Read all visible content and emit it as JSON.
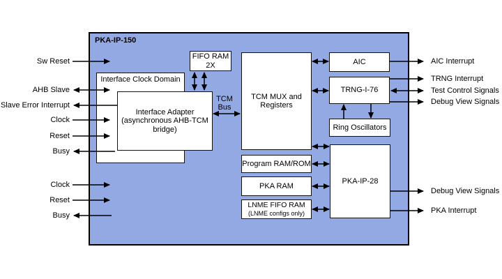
{
  "colors": {
    "main_fill": "#92A9E4",
    "box_fill": "#FFFFFF",
    "line": "#000000",
    "canvas": "#FFFFFF"
  },
  "main_block": {
    "title": "PKA-IP-150"
  },
  "blocks": {
    "interface_clock_domain": {
      "label": "Interface Clock Domain"
    },
    "interface_adapter": {
      "lines": [
        "Interface Adapter",
        "(asynchronous AHB-TCM",
        "bridge)"
      ]
    },
    "fifo_ram": {
      "lines": [
        "FIFO RAM",
        "2X"
      ]
    },
    "tcm_mux": {
      "lines": [
        "TCM MUX and",
        "Registers"
      ]
    },
    "aic": {
      "label": "AIC"
    },
    "trng": {
      "label": "TRNG-I-76"
    },
    "ring_oscillators": {
      "label": "Ring Oscillators"
    },
    "program_ram": {
      "label": "Program RAM/ROM"
    },
    "pka_ram": {
      "label": "PKA RAM"
    },
    "lnme_fifo_ram": {
      "lines": [
        "LNME FIFO RAM",
        "(LNME configs only)"
      ]
    },
    "pka_ip_28": {
      "label": "PKA-IP-28"
    }
  },
  "bus_label": {
    "lines": [
      "TCM",
      "Bus"
    ]
  },
  "left_signals": [
    {
      "label": "Sw Reset",
      "direction": "in"
    },
    {
      "label": "AHB Slave",
      "direction": "bidirectional"
    },
    {
      "label": "Slave Error Interrupt",
      "direction": "out"
    },
    {
      "label": "Clock",
      "direction": "in"
    },
    {
      "label": "Reset",
      "direction": "in"
    },
    {
      "label": "Busy",
      "direction": "out"
    },
    {
      "label": "Clock",
      "direction": "in"
    },
    {
      "label": "Reset",
      "direction": "in"
    },
    {
      "label": "Busy",
      "direction": "out"
    }
  ],
  "right_signals": [
    {
      "label": "AIC Interrupt",
      "direction": "out"
    },
    {
      "label": "TRNG Interrupt",
      "direction": "out"
    },
    {
      "label": "Test Control Signals",
      "direction": "bidirectional"
    },
    {
      "label": "Debug View Signals",
      "direction": "out"
    },
    {
      "label": "Debug View Signals",
      "direction": "out"
    },
    {
      "label": "PKA Interrupt",
      "direction": "out"
    }
  ],
  "connections": [
    {
      "from": "FIFO RAM 2X",
      "to": "Interface Adapter",
      "type": "bidirectional",
      "count": 2
    },
    {
      "from": "Interface Adapter",
      "to": "TCM MUX and Registers",
      "type": "bidirectional",
      "via": "TCM Bus"
    },
    {
      "from": "TCM MUX and Registers",
      "to": "AIC",
      "type": "bidirectional"
    },
    {
      "from": "TCM MUX and Registers",
      "to": "TRNG-I-76",
      "type": "bidirectional"
    },
    {
      "from": "TCM MUX and Registers",
      "to": "PKA-IP-28",
      "type": "bidirectional"
    },
    {
      "from": "Ring Oscillators",
      "to": "TRNG-I-76",
      "type": "up"
    },
    {
      "from": "TRNG-I-76",
      "to": "Ring Oscillators",
      "type": "down"
    },
    {
      "from": "Program RAM/ROM",
      "to": "PKA-IP-28",
      "type": "bidirectional"
    },
    {
      "from": "PKA RAM",
      "to": "PKA-IP-28",
      "type": "bidirectional"
    },
    {
      "from": "LNME FIFO RAM",
      "to": "PKA-IP-28",
      "type": "bidirectional"
    }
  ]
}
